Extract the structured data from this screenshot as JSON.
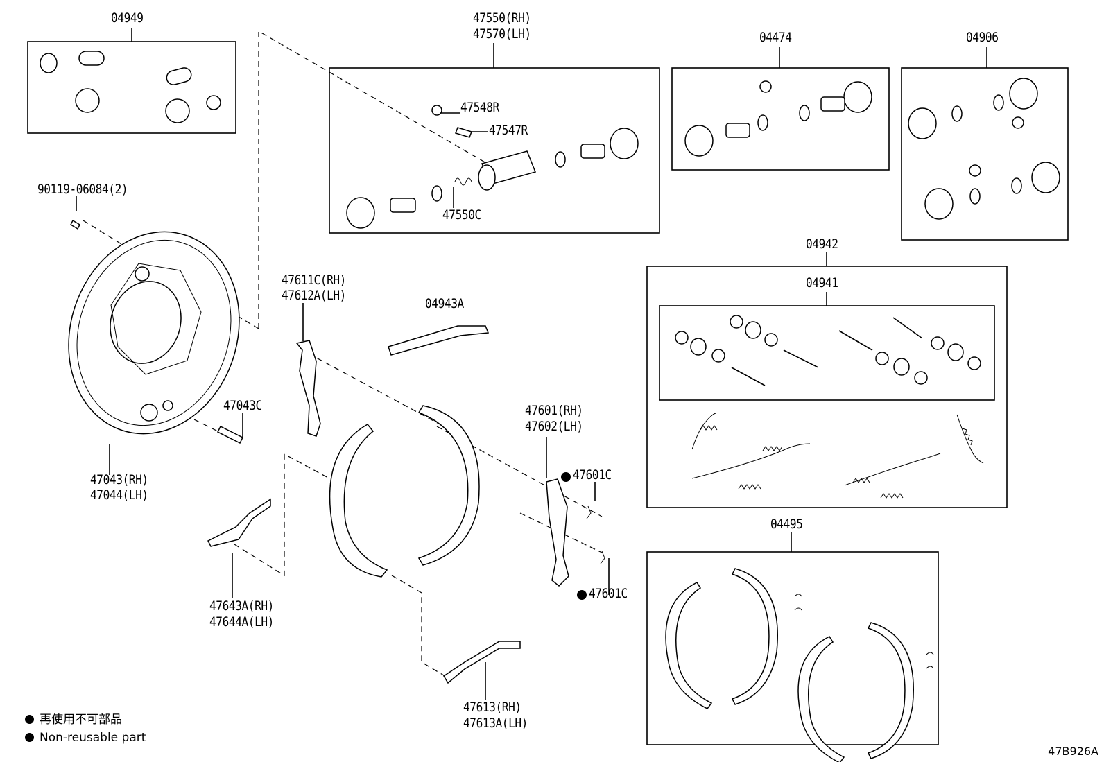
{
  "diagram": {
    "labels": {
      "p04949": "04949",
      "p47550": "47550(RH)",
      "p47570": "47570(LH)",
      "p04474": "04474",
      "p04906": "04906",
      "p47548R": "47548R",
      "p47547R": "47547R",
      "p47550C": "47550C",
      "p90119": "90119-06084(2)",
      "p04942": "04942",
      "p04941": "04941",
      "p47611C": "47611C(RH)",
      "p47612A": "47612A(LH)",
      "p04943A": "04943A",
      "p47043C": "47043C",
      "p47601": "47601(RH)",
      "p47602": "47602(LH)",
      "p47601C_a": "47601C",
      "p47601C_b": "47601C",
      "p47043": "47043(RH)",
      "p47044": "47044(LH)",
      "p04495": "04495",
      "p47643A": "47643A(RH)",
      "p47644A": "47644A(LH)",
      "p47613": "47613(RH)",
      "p47613A": "47613A(LH)"
    },
    "legend": {
      "japanese": "再使用不可部品",
      "english": "Non-reusable part"
    },
    "drawing_code": "47B926A"
  }
}
